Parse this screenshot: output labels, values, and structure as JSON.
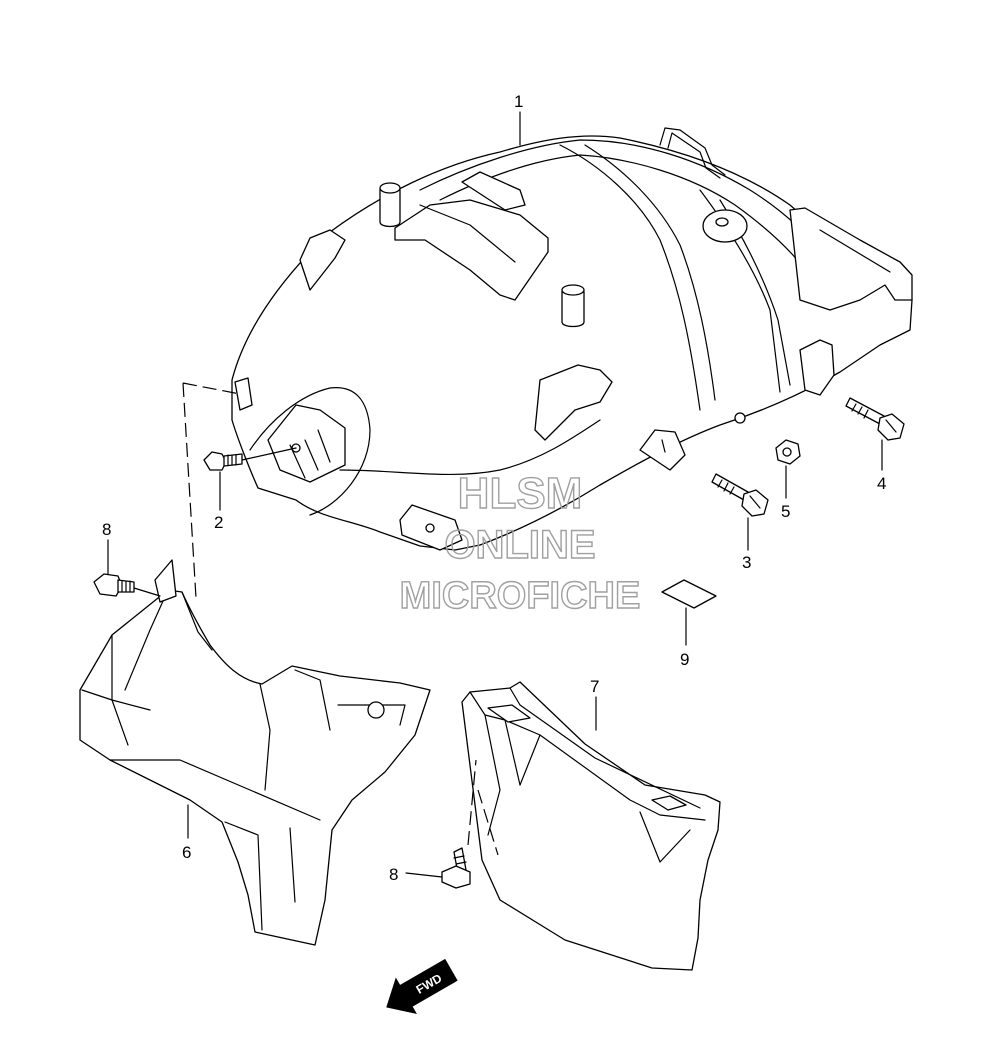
{
  "callouts": [
    {
      "id": "1",
      "label": "1"
    },
    {
      "id": "2",
      "label": "2"
    },
    {
      "id": "3",
      "label": "3"
    },
    {
      "id": "4",
      "label": "4"
    },
    {
      "id": "5",
      "label": "5"
    },
    {
      "id": "6",
      "label": "6"
    },
    {
      "id": "7",
      "label": "7"
    },
    {
      "id": "8a",
      "label": "8"
    },
    {
      "id": "8b",
      "label": "8"
    },
    {
      "id": "9",
      "label": "9"
    }
  ],
  "watermark": {
    "line1": "HLSM",
    "line2": "ONLINE",
    "line3": "MICROFICHE"
  },
  "direction_arrow": {
    "label": "FWD",
    "icon": "forward-arrow-icon"
  },
  "colors": {
    "ink": "#000000",
    "watermark": "#a0a0a0",
    "background": "#ffffff"
  }
}
